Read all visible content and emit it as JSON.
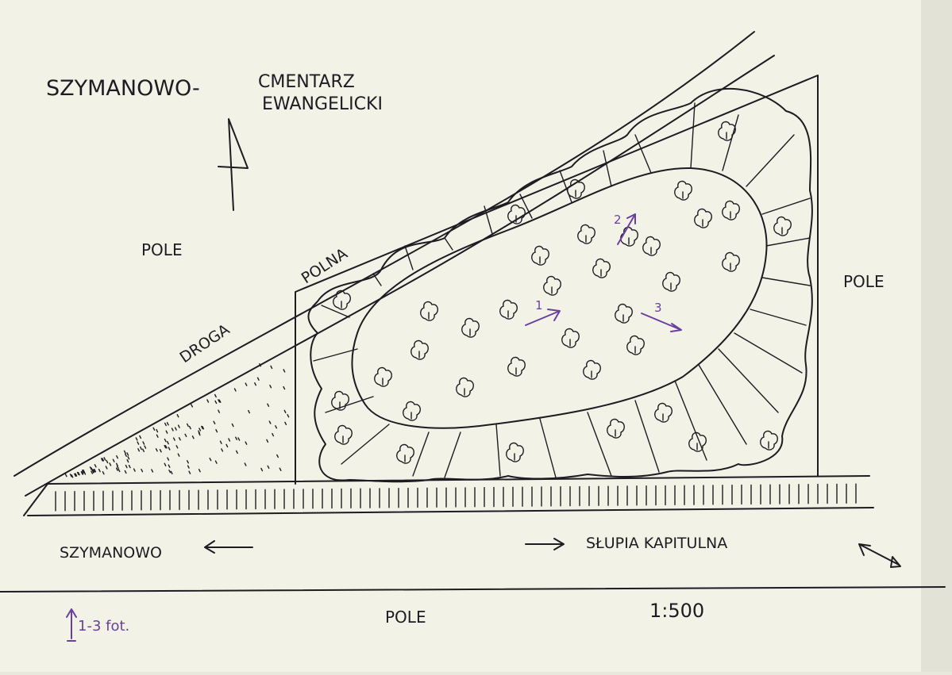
{
  "title": "SZYMANOWO-",
  "subtitle_line1": "CMENTARZ",
  "subtitle_line2": "EWANGELICKI",
  "labels": {
    "field_left": "POLE",
    "field_right": "POLE",
    "field_bottom": "POLE",
    "road_word1": "DROGA",
    "road_word2": "POLNA",
    "dest_left": "SZYMANOWO",
    "dest_right": "SŁUPIA KAPITULNA"
  },
  "photo_points": [
    {
      "label": "1"
    },
    {
      "label": "2"
    },
    {
      "label": "3"
    }
  ],
  "legend": {
    "photo_text": "1-3 fot."
  },
  "scale": "1:500",
  "colors": {
    "paper": "#f3f2e6",
    "ink": "#1c1c22",
    "violet": "#6a3fa0"
  },
  "icons": [
    "north-arrow-icon",
    "tree-icon",
    "photo-direction-icon"
  ]
}
